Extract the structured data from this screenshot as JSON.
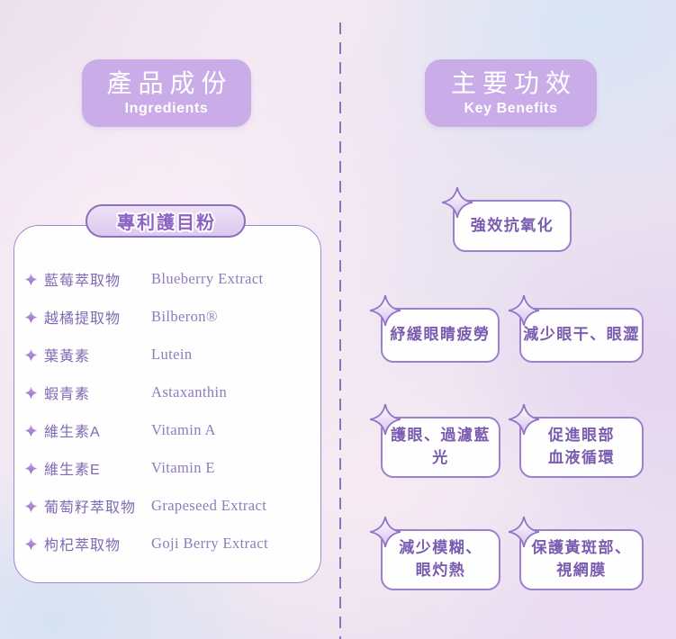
{
  "left": {
    "header": {
      "title_zh": "產品成份",
      "title_en": "Ingredients"
    },
    "badge_label": "專利護目粉",
    "ingredients": [
      {
        "zh": "藍莓萃取物",
        "en": "Blueberry Extract"
      },
      {
        "zh": "越橘提取物",
        "en": "Bilberon®"
      },
      {
        "zh": "葉黃素",
        "en": "Lutein"
      },
      {
        "zh": "蝦青素",
        "en": "Astaxanthin"
      },
      {
        "zh": "維生素A",
        "en": "Vitamin A"
      },
      {
        "zh": "維生素E",
        "en": "Vitamin E"
      },
      {
        "zh": "葡萄籽萃取物",
        "en": "Grapeseed Extract"
      },
      {
        "zh": "枸杞萃取物",
        "en": "Goji Berry Extract"
      }
    ]
  },
  "right": {
    "header": {
      "title_zh": "主要功效",
      "title_en": "Key Benefits"
    },
    "benefits": [
      {
        "lines": [
          "強效抗氧化"
        ]
      },
      {
        "lines": [
          "紓緩眼睛疲勞"
        ]
      },
      {
        "lines": [
          "減少眼干、眼澀"
        ]
      },
      {
        "lines": [
          "護眼、過濾藍光"
        ]
      },
      {
        "lines": [
          "促進眼部",
          "血液循環"
        ]
      },
      {
        "lines": [
          "減少模糊、",
          "眼灼熱"
        ]
      },
      {
        "lines": [
          "保護黃斑部、",
          "視網膜"
        ]
      }
    ]
  },
  "colors": {
    "header_fill": "#c9ace8",
    "panel_border": "#a189ce",
    "benefit_border": "#9b80cb",
    "text_purple": "#7a5cb0",
    "ingredient_zh": "#7f6ab2",
    "ingredient_en": "#8f7bbd",
    "badge_text": "#8f63c4",
    "divider": "#8a76bd"
  }
}
